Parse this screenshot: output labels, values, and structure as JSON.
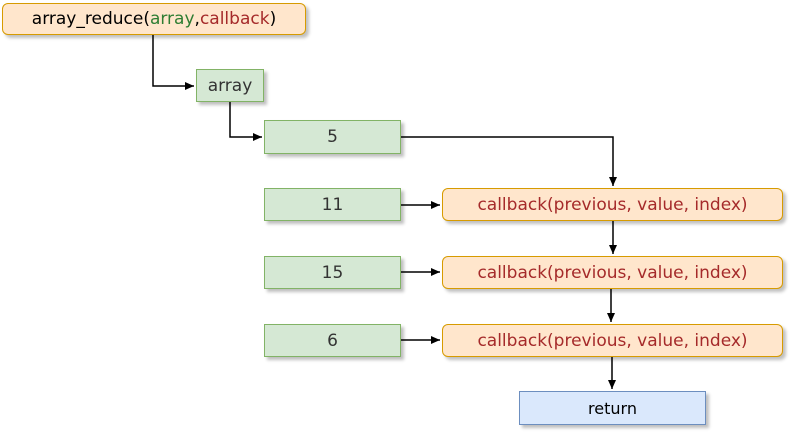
{
  "header": {
    "fn_name": "array_reduce(",
    "arg_array": "array",
    "sep": ", ",
    "arg_callback": "callback",
    "close": ")"
  },
  "array_label": "array",
  "values": [
    "5",
    "11",
    "15",
    "6"
  ],
  "callbacks": [
    "callback(previous, value, index)",
    "callback(previous, value, index)",
    "callback(previous, value, index)"
  ],
  "return_label": "return",
  "colors": {
    "fn_fill": "#ffe6cc",
    "fn_stroke": "#d79b00",
    "val_fill": "#d5e8d4",
    "val_stroke": "#82b366",
    "ret_fill": "#dae8fc",
    "ret_stroke": "#6c8ebf",
    "arg_green": "#2e7d32",
    "arg_red": "#a52a2a"
  }
}
